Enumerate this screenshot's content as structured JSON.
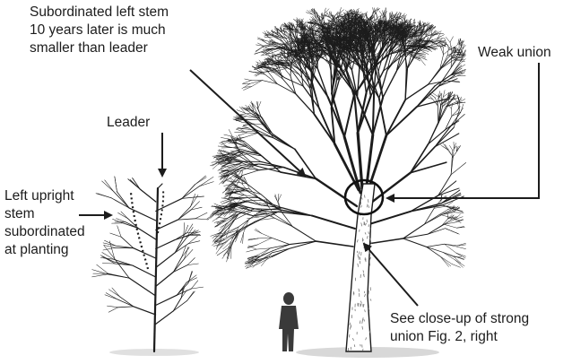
{
  "labels": {
    "subordinated_left_stem": [
      "Subordinated left stem",
      "10 years later is much",
      "smaller than leader"
    ],
    "weak_union": "Weak union",
    "leader": "Leader",
    "left_upright_stem": [
      "Left upright",
      "stem",
      "subordinated",
      "at planting"
    ],
    "see_closeup": [
      "See close-up of strong",
      "union Fig. 2, right"
    ]
  },
  "colors": {
    "ink": "#1c1c1c",
    "trunk_texture": "#777777",
    "person": "#3a3a3a",
    "shadow": "#cfcfcf",
    "highlight_circle": "#111111"
  }
}
